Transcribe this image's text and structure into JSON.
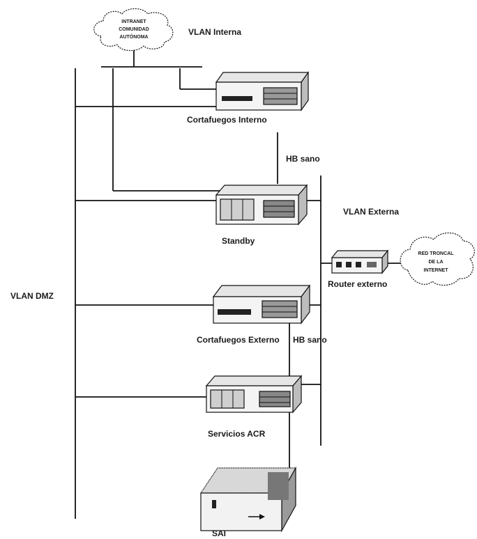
{
  "labels": {
    "vlan_interna": "VLAN Interna",
    "vlan_externa": "VLAN Externa",
    "vlan_dmz": "VLAN DMZ",
    "cortafuegos_interno": "Cortafuegos Interno",
    "hb_interno": "HB sano",
    "standby": "Standby",
    "router_externo": "Router externo",
    "cortafuegos_externo": "Cortafuegos Externo",
    "hb_externo": "HB sano",
    "servicios_acr": "Servicios ACR",
    "sai": "SAI"
  },
  "clouds": {
    "internal": [
      "INTRANET",
      "COMUNIDAD",
      "AUTÓNOMA"
    ],
    "external": [
      "RED TRONCAL",
      "DE LA",
      "INTERNET"
    ]
  },
  "icons": {
    "firewall_device": "network-appliance",
    "router_device": "router",
    "ups_device": "ups-box",
    "network_cloud": "cloud"
  }
}
